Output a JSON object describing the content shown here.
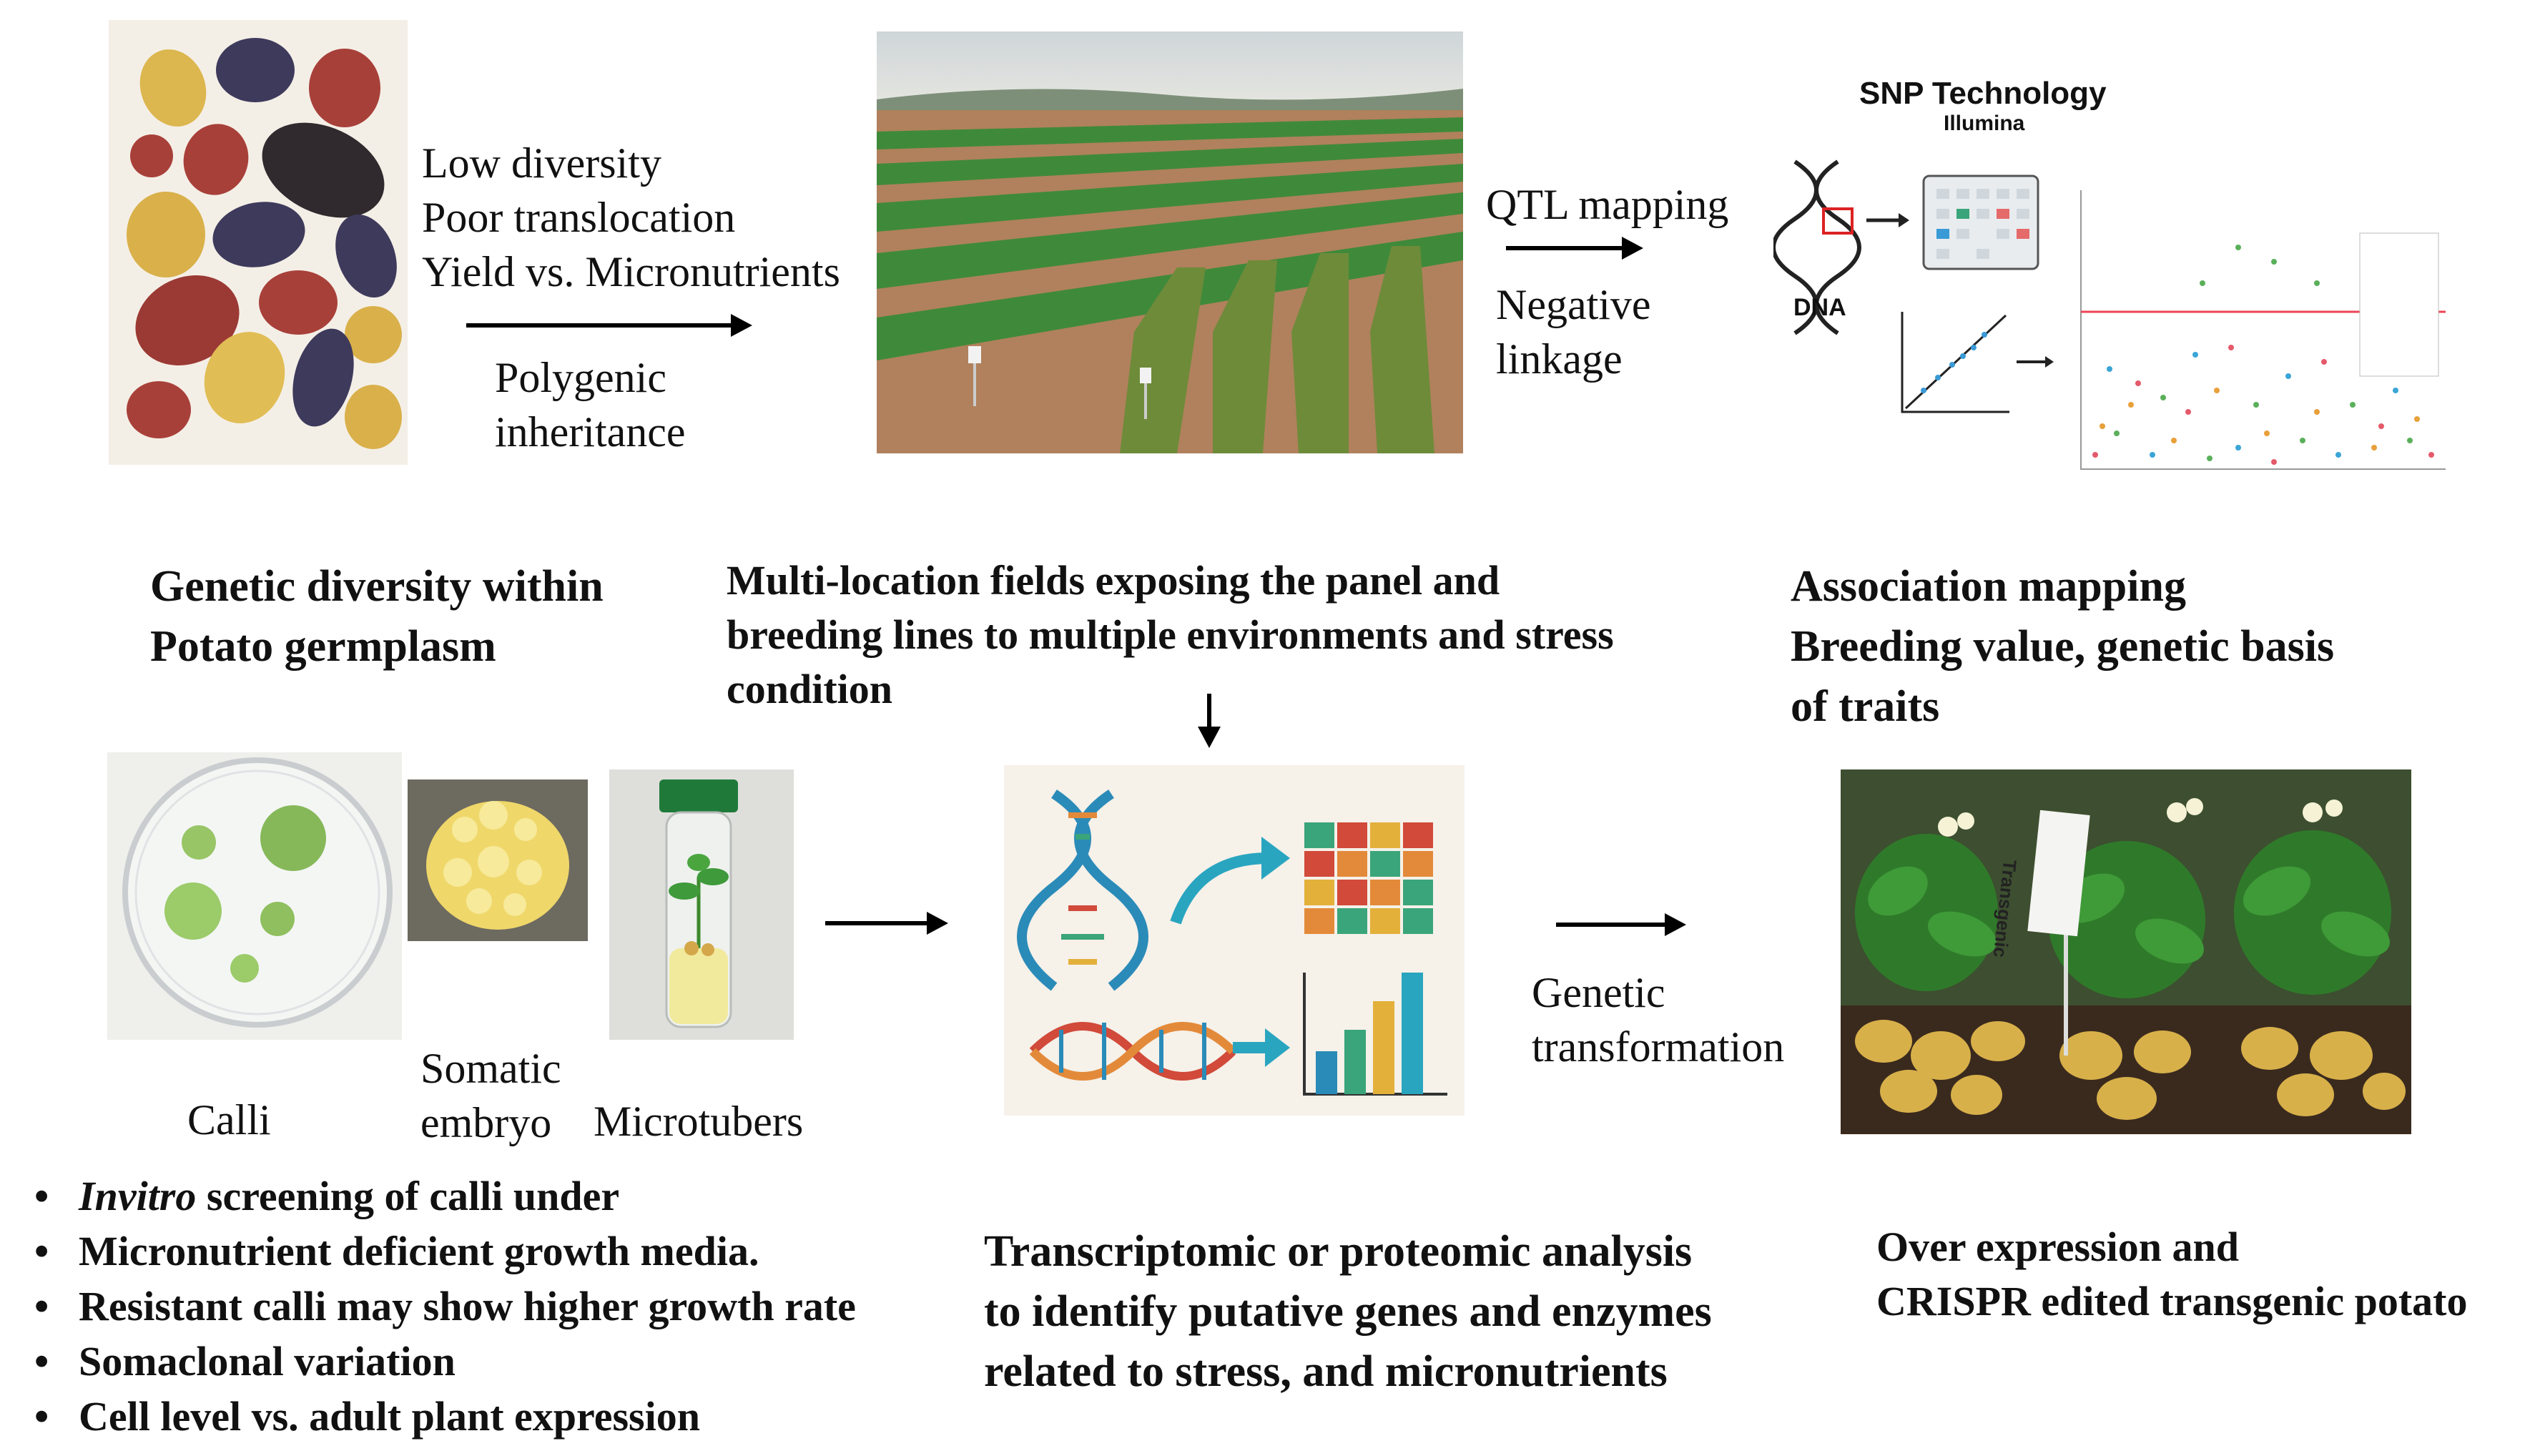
{
  "top_row": {
    "arrow1_above": [
      "Low diversity",
      "Poor translocation",
      "Yield vs. Micronutrients"
    ],
    "arrow1_below": [
      "Polygenic",
      "inheritance"
    ],
    "arrow2_above": "QTL mapping",
    "arrow2_below": [
      "Negative",
      "linkage"
    ],
    "snp_panel": {
      "title": "SNP Technology",
      "subtitle": "Illumina",
      "dna_label": "DNA"
    }
  },
  "captions_mid": {
    "germplasm": [
      "Genetic diversity within",
      "Potato germplasm"
    ],
    "fields": [
      "Multi-location fields exposing the panel and",
      "breeding lines to multiple environments and stress",
      "condition"
    ],
    "association": [
      "Association mapping",
      "Breeding value, genetic basis",
      "of traits"
    ]
  },
  "bottom_row": {
    "labels": {
      "calli": "Calli",
      "somatic": [
        "Somatic",
        "embryo"
      ],
      "microtubers": "Microtubers"
    },
    "arrow4_label": [
      "Genetic",
      "transformation"
    ],
    "sign_text": "Transgenic"
  },
  "bullets": {
    "first_italic": "Invitro",
    "first_rest": " screening of calli under",
    "items": [
      "Micronutrient deficient growth media.",
      "Resistant calli may show higher growth rate",
      "Somaclonal variation",
      "Cell level vs. adult plant expression"
    ]
  },
  "omics_caption": [
    "Transcriptomic or proteomic analysis",
    "to identify putative genes and enzymes",
    "related to stress, and micronutrients"
  ],
  "transgenic_caption": [
    "Over expression and",
    "CRISPR edited transgenic potato"
  ],
  "colors": {
    "potato_yellow": "#d9b14a",
    "potato_red": "#9b3a35",
    "potato_purple": "#3b3656",
    "soil": "#a97a55",
    "crop_green": "#3f8a3a",
    "dna_blue": "#2b8bb8",
    "dna_orange": "#e38a3a"
  }
}
